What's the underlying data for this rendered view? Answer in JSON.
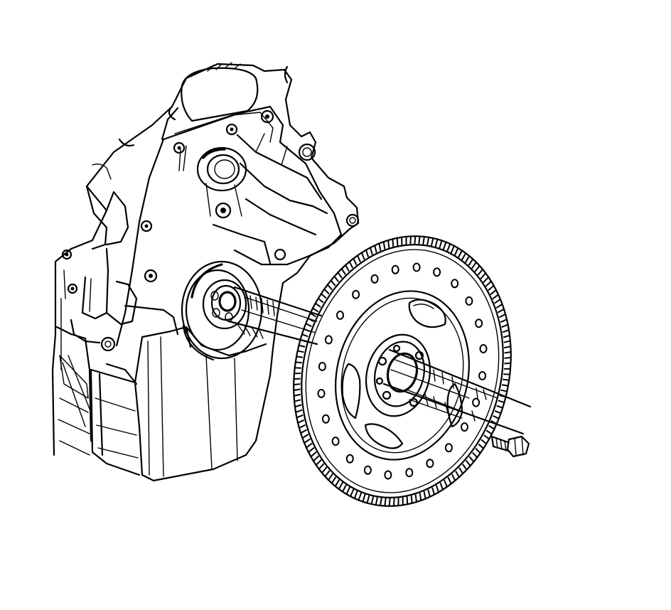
{
  "figure": {
    "components": {
      "engine_block": "engine-block",
      "crankshaft_flange": "crankshaft-rear-flange",
      "flywheel": "flexplate-flywheel",
      "ring_gear": "ring-gear-teeth",
      "bolt": "flywheel-bolt",
      "alignment_lines": "alignment-lines"
    },
    "colors": {
      "line": "#000000",
      "background": "#ffffff"
    }
  }
}
